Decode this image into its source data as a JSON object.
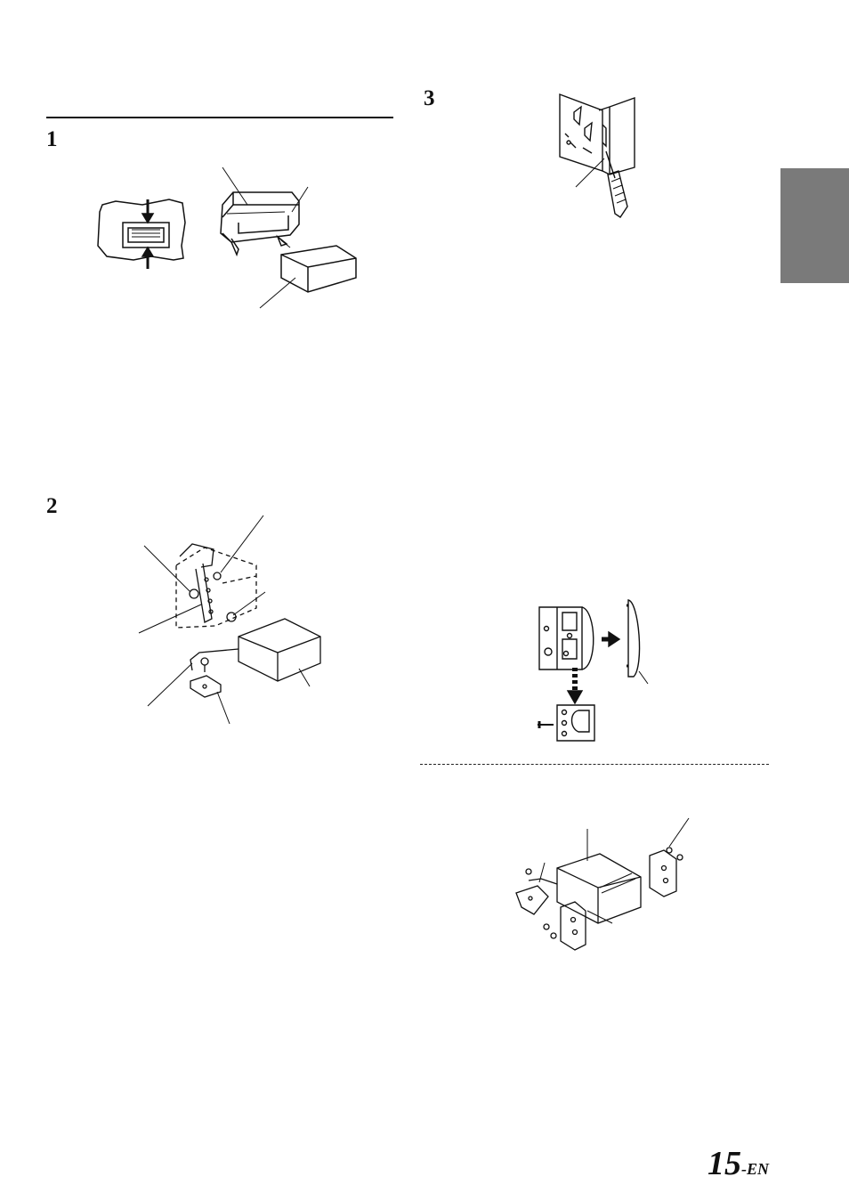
{
  "steps": {
    "step1": "1",
    "step2": "2",
    "step3": "3"
  },
  "page_number": {
    "number": "15",
    "suffix": "-EN"
  },
  "colors": {
    "ink": "#111111",
    "side_tab": "#7a7a7a"
  }
}
